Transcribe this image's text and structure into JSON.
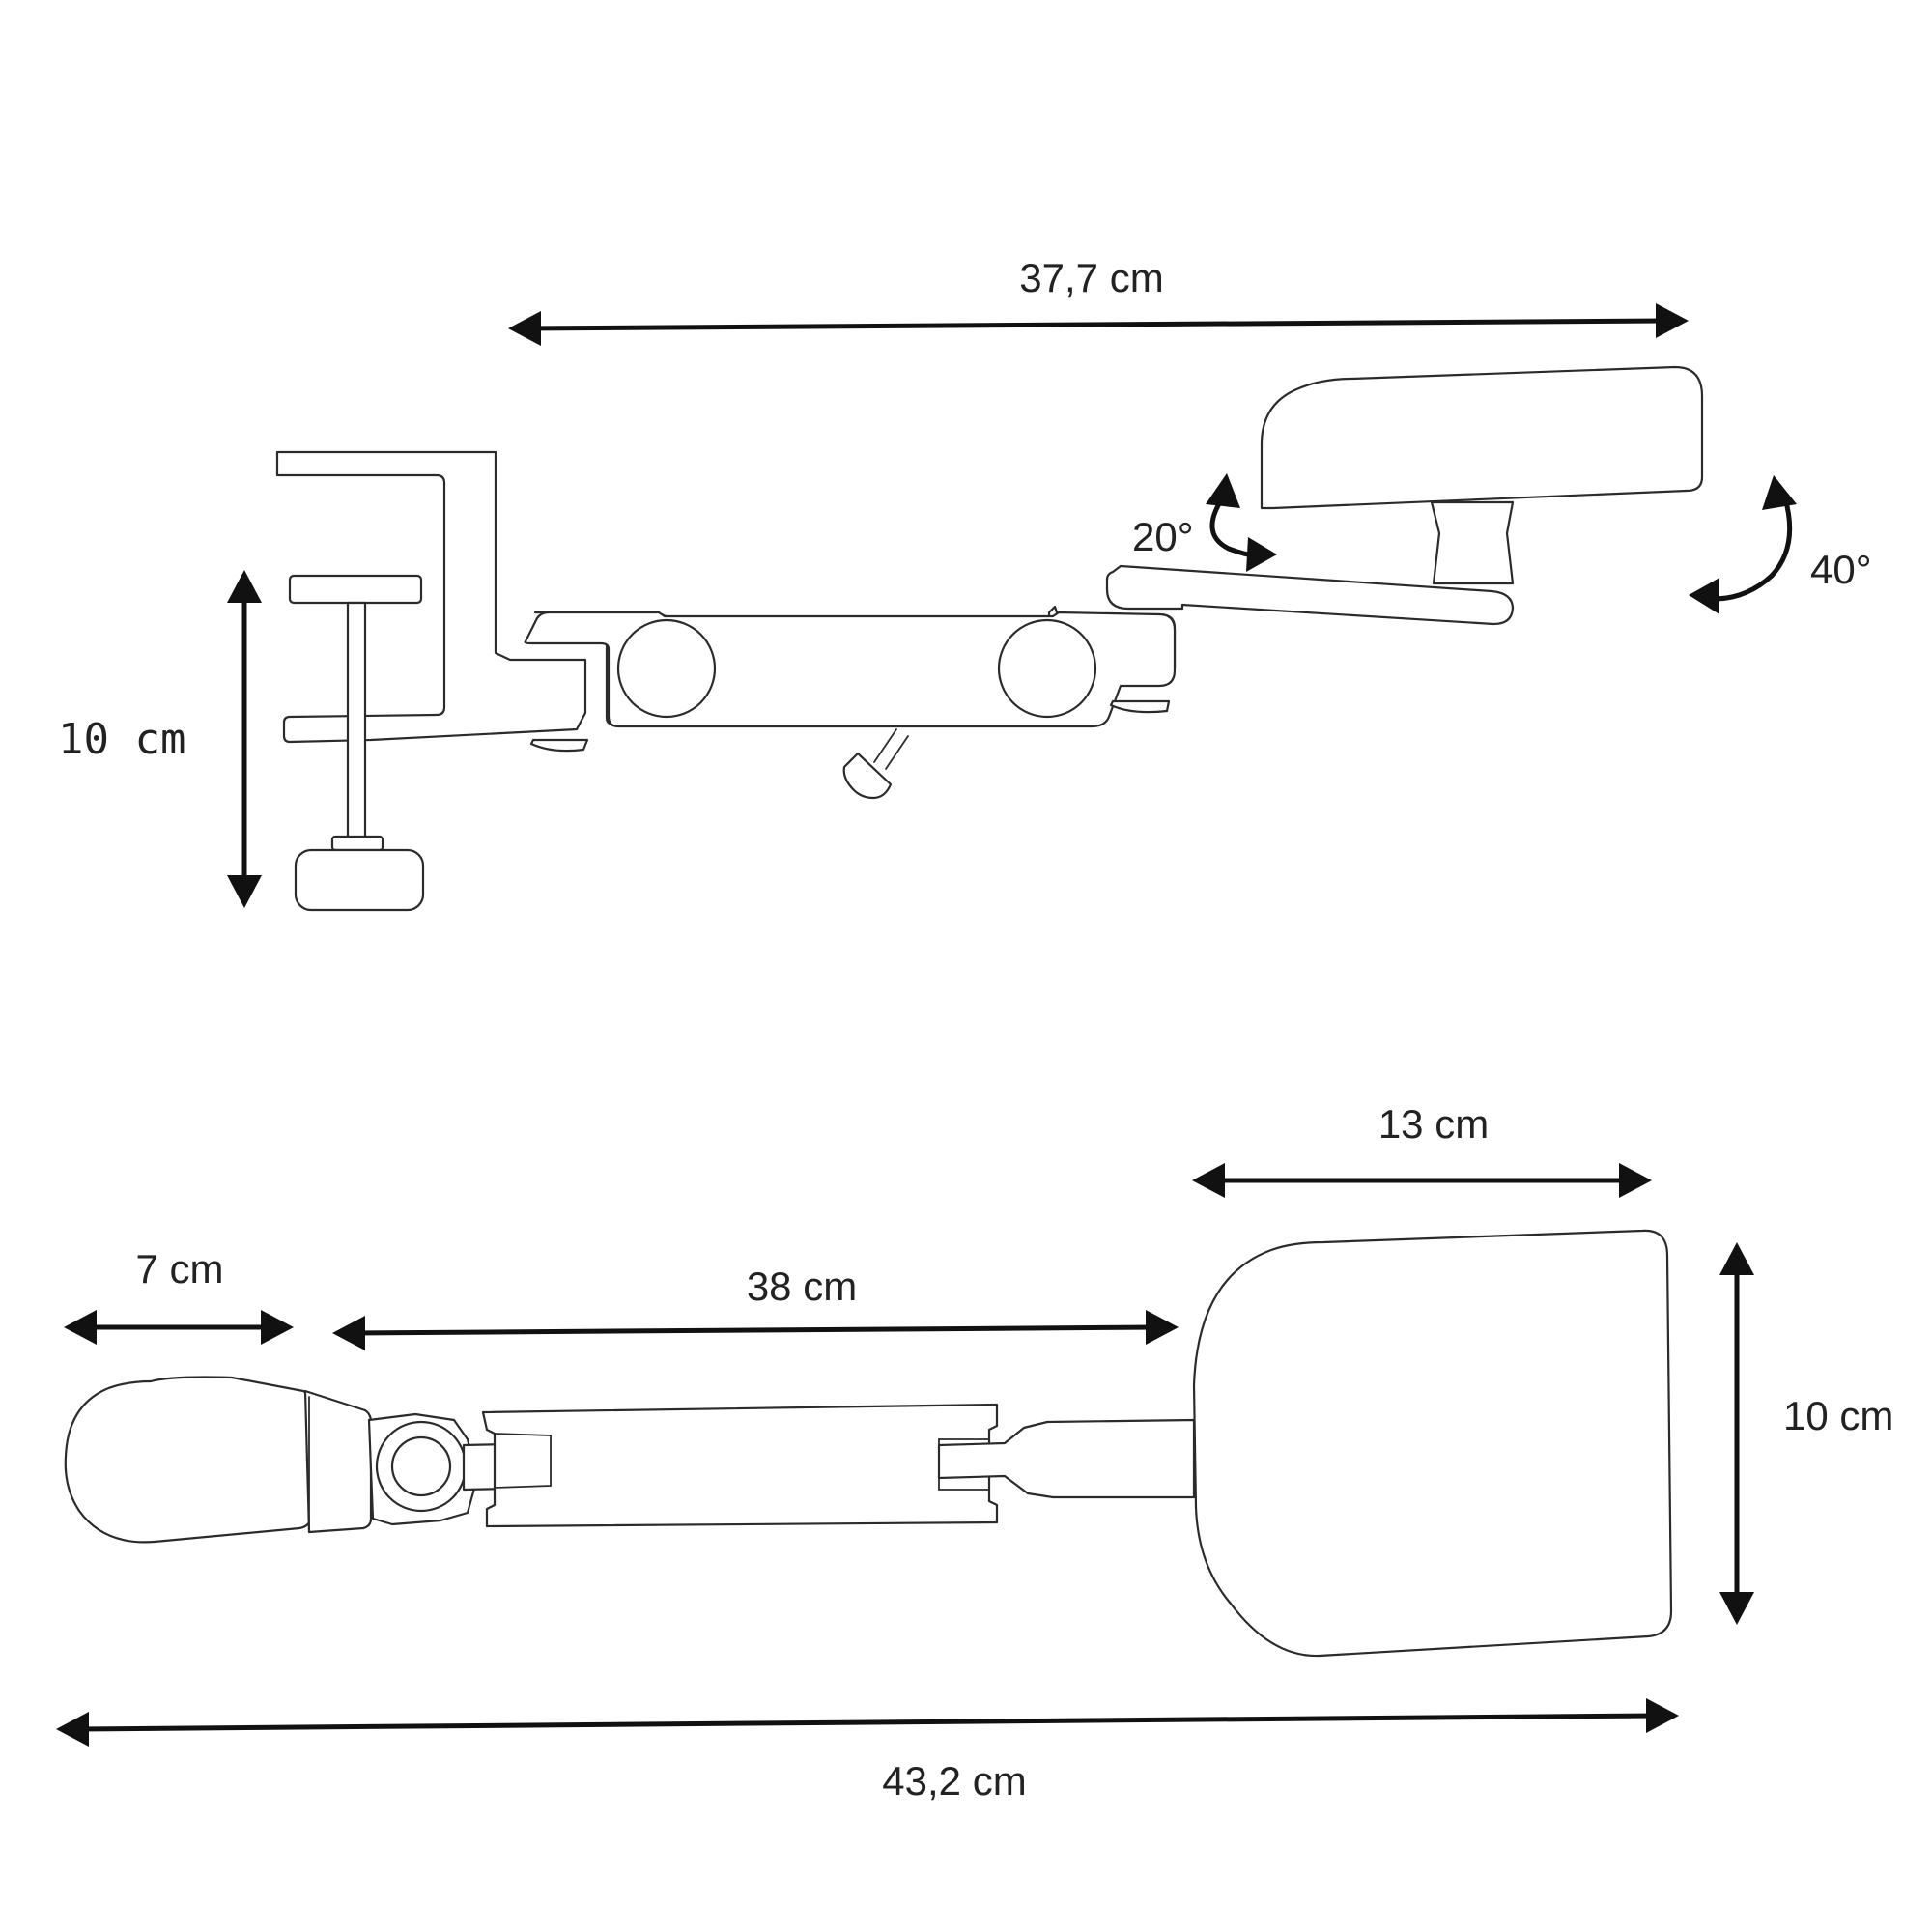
{
  "side_view": {
    "overall_length": "37,7 cm",
    "clamp_height": "10 cm",
    "tilt_angle": "20°",
    "swivel_angle": "40°"
  },
  "top_view": {
    "pad_width": "13 cm",
    "clamp_pad_width": "7 cm",
    "arm_length": "38 cm",
    "pad_depth": "10 cm",
    "total_length": "43,2 cm"
  },
  "colors": {
    "line": "#2b2b2b",
    "dimension": "#111111",
    "background": "#ffffff"
  }
}
